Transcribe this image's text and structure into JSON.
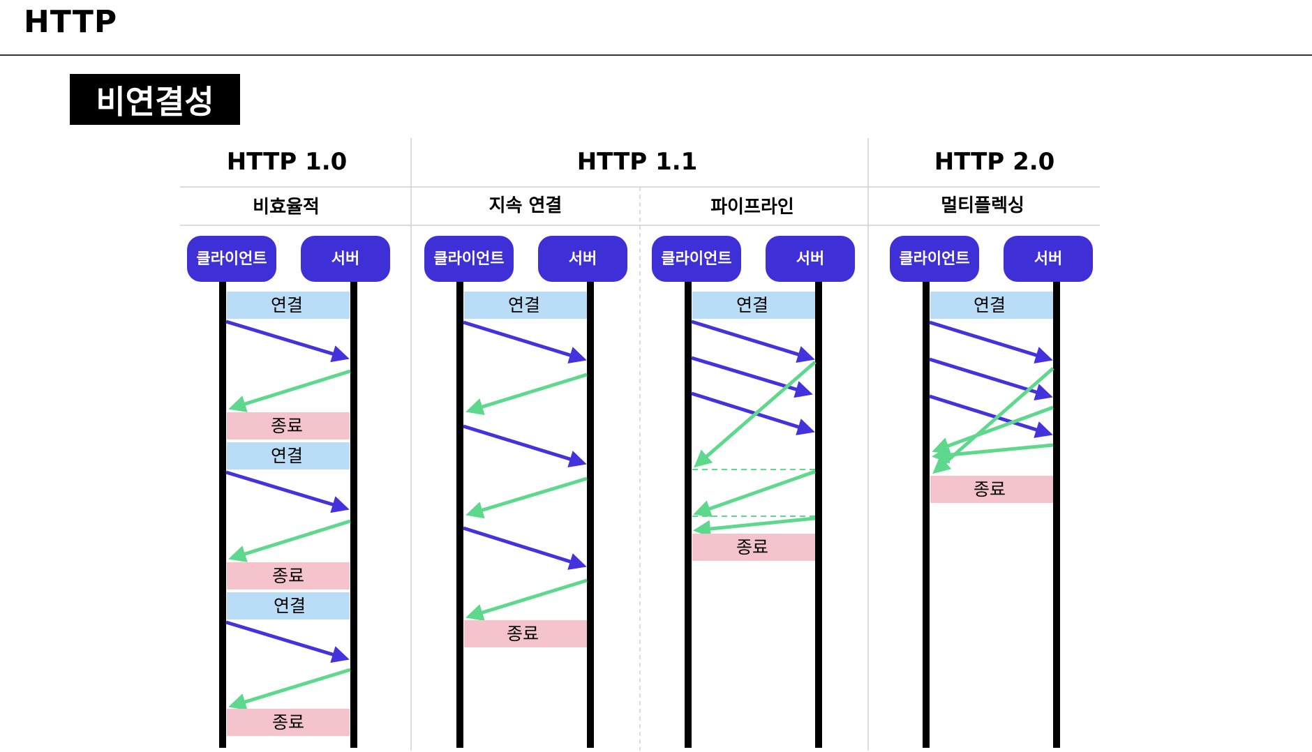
{
  "page": {
    "title": "HTTP",
    "section": "비연결성"
  },
  "colors": {
    "request": "#4433dd",
    "response": "#5ed88c",
    "connect_bg": "#b9dcf7",
    "close_bg": "#f5c3cb",
    "node_bg": "#3e2fd6"
  },
  "labels": {
    "client": "클라이언트",
    "server": "서버",
    "connect": "연결",
    "close": "종료"
  },
  "columns": [
    {
      "version": "HTTP 1.0",
      "modes": [
        {
          "name": "비효율적"
        }
      ]
    },
    {
      "version": "HTTP 1.1",
      "modes": [
        {
          "name": "지속 연결"
        },
        {
          "name": "파이프라인"
        }
      ]
    },
    {
      "version": "HTTP 2.0",
      "modes": [
        {
          "name": "멀티플렉싱"
        }
      ]
    }
  ]
}
